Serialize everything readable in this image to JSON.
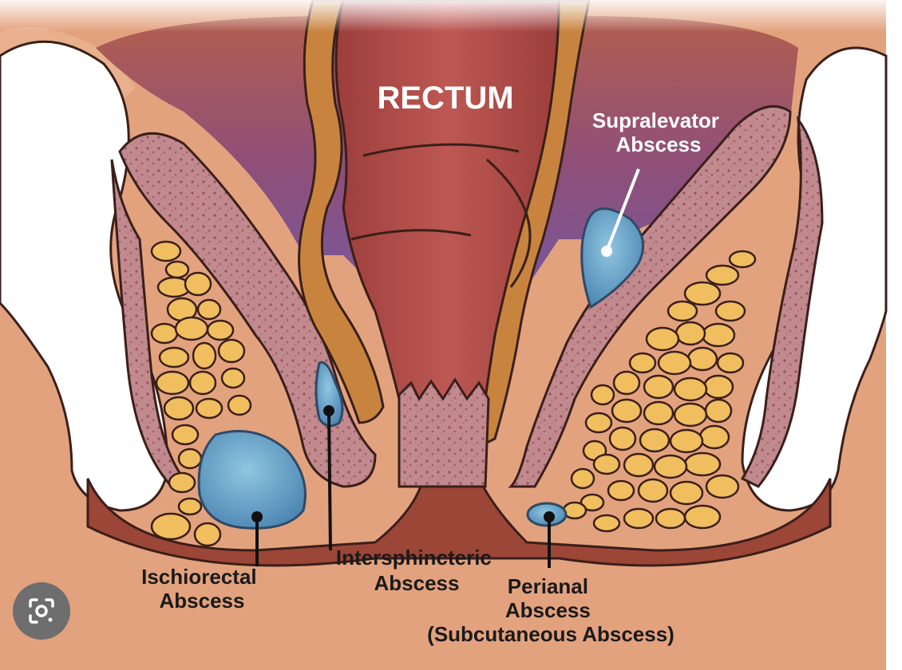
{
  "diagram": {
    "organ_label": "RECTUM",
    "labels": {
      "supralevator": [
        "Supralevator",
        "Abscess"
      ],
      "ischiorectal": [
        "Ischiorectal",
        "Abscess"
      ],
      "intersphincteric": [
        "Intersphincteric",
        "Abscess"
      ],
      "perianal": [
        "Perianal",
        "Abscess",
        "(Subcutaneous Abscess)"
      ]
    },
    "colors": {
      "skin": "#e3a27e",
      "bone": "#ffffff",
      "muscle": "#a45560",
      "sphincter": "#c8843f",
      "rectum": "#b04c48",
      "pelvic_space": "#7a5aa8",
      "fat": "#f0be5e",
      "abscess": "#5ea2c6"
    }
  },
  "overlay": {
    "lens_button_icon": "lens-search-icon"
  }
}
